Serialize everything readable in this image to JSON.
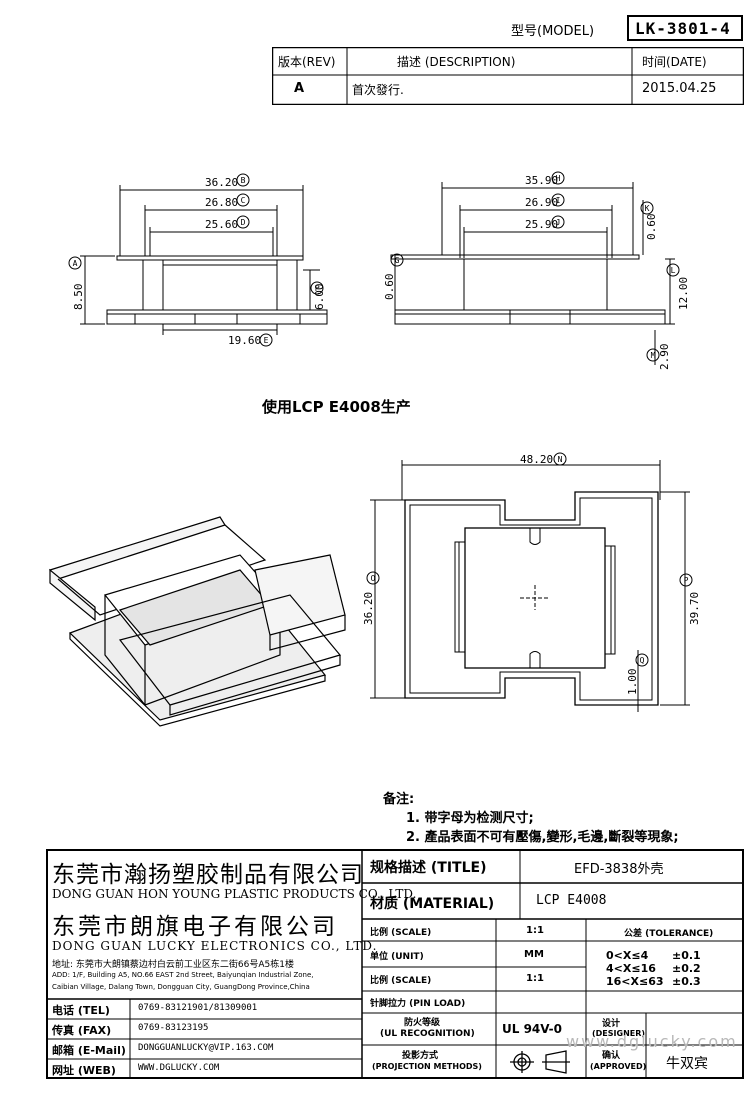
{
  "header": {
    "model_label": "型号(MODEL)",
    "model_value": "LK-3801-4",
    "rev_header": "版本(REV)",
    "desc_header": "描述 (DESCRIPTION)",
    "date_header": "时间(DATE)",
    "rev_value": "A",
    "desc_value": "首次發行.",
    "date_value": "2015.04.25"
  },
  "views": {
    "side_left": {
      "dim_top": "36.20",
      "dim_mid": "26.80",
      "dim_inner": "25.60",
      "dim_bottom": "19.60",
      "dim_height": "8.50",
      "dim_right": "6.00",
      "labels": [
        "B",
        "C",
        "D",
        "E",
        "A",
        "F"
      ]
    },
    "side_right": {
      "dim_top": "35.90",
      "dim_mid": "26.90",
      "dim_inner": "25.90",
      "dim_plate": "0.60",
      "dim_left": "0.60",
      "dim_height": "12.00",
      "dim_bottom": "2.90",
      "labels": [
        "H",
        "I",
        "J",
        "K",
        "G",
        "L",
        "M"
      ]
    },
    "top_view": {
      "dim_width": "48.20",
      "dim_left": "36.20",
      "dim_right": "39.70",
      "dim_small": "1.00",
      "labels": [
        "N",
        "O",
        "P",
        "Q"
      ]
    },
    "material_note": "使用LCP E4008生产"
  },
  "notes": {
    "title": "备注:",
    "items": [
      "1. 带字母为检测尺寸;",
      "2. 產品表面不可有壓傷,變形,毛邊,斷裂等現象;"
    ]
  },
  "company": {
    "name_cn_1": "东莞市瀚扬塑胶制品有限公司",
    "name_en_1": "DONG GUAN HON YOUNG PLASTIC PRODUCTS CO., LTD.",
    "name_cn_2": "东莞市朗旗电子有限公司",
    "name_en_2": "DONG GUAN LUCKY ELECTRONICS CO., LTD.",
    "addr_cn": "地址: 东莞市大朗镇蔡边村白云前工业区东二街66号A5栋1楼",
    "addr_en_1": "ADD: 1/F, Building A5, NO.66 EAST 2nd Street, Baiyunqian Industrial Zone,",
    "addr_en_2": "Caibian Village, Dalang Town, Dongguan City, GuangDong Province,China"
  },
  "contacts": [
    {
      "label": "电话 (TEL)",
      "value": "0769-83121901/81309001"
    },
    {
      "label": "传真 (FAX)",
      "value": "0769-83123195"
    },
    {
      "label": "邮箱 (E-Mail)",
      "value": "DONGGUANLUCKY@VIP.163.COM"
    },
    {
      "label": "网址 (WEB)",
      "value": "WWW.DGLUCKY.COM"
    }
  ],
  "title_block": {
    "title_label": "规格描述 (TITLE)",
    "title_value": "EFD-3838外壳",
    "material_label": "材质 (MATERIAL)",
    "material_value": "LCP E4008",
    "scale_label": "比例 (SCALE)",
    "scale_value": "1:1",
    "unit_label": "单位 (UNIT)",
    "unit_value": "MM",
    "scale2_label": "比例 (SCALE)",
    "scale2_value": "1:1",
    "pin_label": "针脚拉力 (PIN LOAD)",
    "ul_label_1": "防火等级",
    "ul_label_2": "(UL RECOGNITION)",
    "ul_value": "UL 94V-0",
    "proj_label_1": "投影方式",
    "proj_label_2": "(PROJECTION METHODS)",
    "tolerance_label": "公差 (TOLERANCE)",
    "tol_rows": [
      {
        "range": "0<X≤4",
        "value": "±0.1"
      },
      {
        "range": "4<X≤16",
        "value": "±0.2"
      },
      {
        "range": "16<X≤63",
        "value": "±0.3"
      }
    ],
    "designer_label_1": "设计",
    "designer_label_2": "(DESIGNER)",
    "approved_label_1": "确认",
    "approved_label_2": "(APPROVED)",
    "approved_value": "牛双宾"
  },
  "watermark": "www.dglucky.com"
}
